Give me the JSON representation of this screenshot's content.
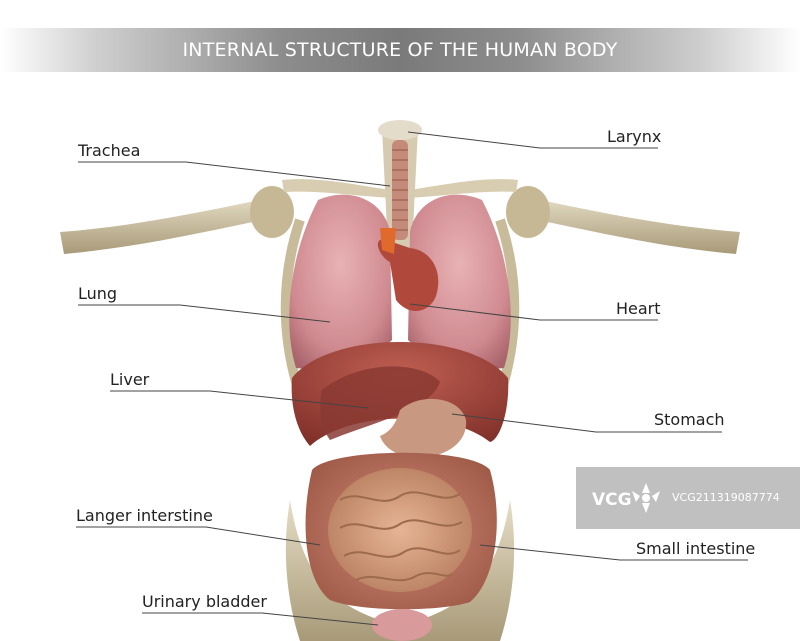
{
  "title": "INTERNAL STRUCTURE OF THE HUMAN BODY",
  "labels": {
    "trachea": "Trachea",
    "larynx": "Larynx",
    "lung": "Lung",
    "heart": "Heart",
    "liver": "Liver",
    "stomach": "Stomach",
    "large_intestine": "Langer interstine",
    "small_intestine": "Small intestine",
    "urinary_bladder": "Urinary bladder"
  },
  "watermark": {
    "logo": "VCG",
    "id": "VCG211319087774"
  },
  "colors": {
    "banner": "#7a7a7a",
    "lung": "#d9959b",
    "muscle": "#a8453c",
    "bone": "#cfc4a8",
    "intestine": "#d9a98b"
  }
}
